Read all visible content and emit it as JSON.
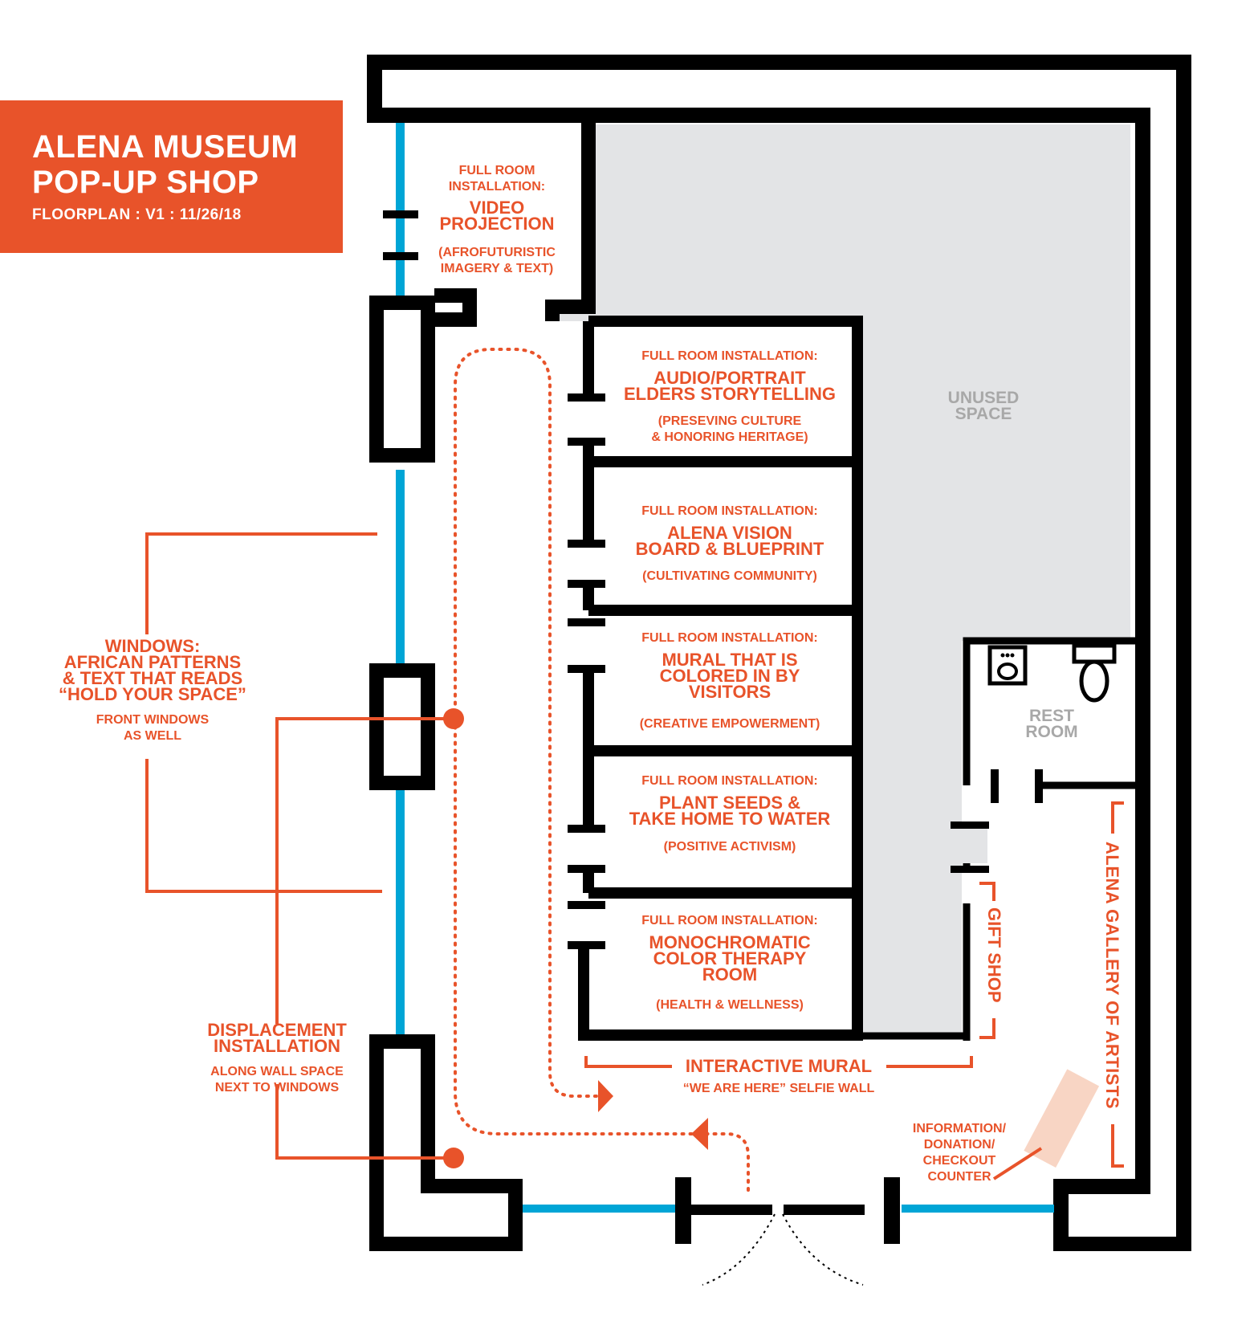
{
  "title": {
    "line1": "ALENA MUSEUM",
    "line2": "POP-UP SHOP",
    "subtitle": "FLOORPLAN : V1 : 11/26/18"
  },
  "colors": {
    "accent": "#e8532a",
    "window_blue": "#00a5d6",
    "unused_grey": "#e3e4e6",
    "wall": "#000000",
    "counter": "#f8d5c4"
  },
  "rooms": [
    {
      "header": "FULL ROOM INSTALLATION:",
      "name": [
        "AUDIO/PORTRAIT",
        "ELDERS STORYTELLING"
      ],
      "theme": [
        "(PRESEVING CULTURE",
        "& HONORING HERITAGE)"
      ]
    },
    {
      "header": "FULL ROOM INSTALLATION:",
      "name": [
        "ALENA VISION",
        "BOARD & BLUEPRINT"
      ],
      "theme": [
        "(CULTIVATING COMMUNITY)"
      ]
    },
    {
      "header": "FULL ROOM INSTALLATION:",
      "name": [
        "MURAL THAT IS",
        "COLORED IN BY",
        "VISITORS"
      ],
      "theme": [
        "(CREATIVE EMPOWERMENT)"
      ]
    },
    {
      "header": "FULL ROOM INSTALLATION:",
      "name": [
        "PLANT SEEDS &",
        "TAKE HOME TO WATER"
      ],
      "theme": [
        "(POSITIVE ACTIVISM)"
      ]
    },
    {
      "header": "FULL ROOM INSTALLATION:",
      "name": [
        "MONOCHROMATIC",
        "COLOR THERAPY",
        "ROOM"
      ],
      "theme": [
        "(HEALTH & WELLNESS)"
      ]
    }
  ],
  "video": {
    "header": [
      "FULL ROOM",
      "INSTALLATION:"
    ],
    "name": [
      "VIDEO",
      "PROJECTION"
    ],
    "theme": [
      "(AFROFUTURISTIC",
      "IMAGERY & TEXT)"
    ]
  },
  "unused": [
    "UNUSED",
    "SPACE"
  ],
  "restroom": [
    "REST",
    "ROOM"
  ],
  "windows": {
    "title": [
      "WINDOWS:",
      "AFRICAN PATTERNS",
      "& TEXT THAT READS",
      "“HOLD YOUR SPACE”"
    ],
    "note": [
      "FRONT WINDOWS",
      "AS WELL"
    ]
  },
  "displacement": {
    "title": [
      "DISPLACEMENT",
      "INSTALLATION"
    ],
    "note": [
      "ALONG WALL SPACE",
      "NEXT TO WINDOWS"
    ]
  },
  "mural": {
    "title": "INTERACTIVE MURAL",
    "note": "“WE ARE HERE” SELFIE WALL"
  },
  "counter": [
    "INFORMATION/",
    "DONATION/",
    "CHECKOUT",
    "COUNTER"
  ],
  "gift_shop": "GIFT SHOP",
  "gallery": "ALENA GALLERY OF ARTISTS"
}
